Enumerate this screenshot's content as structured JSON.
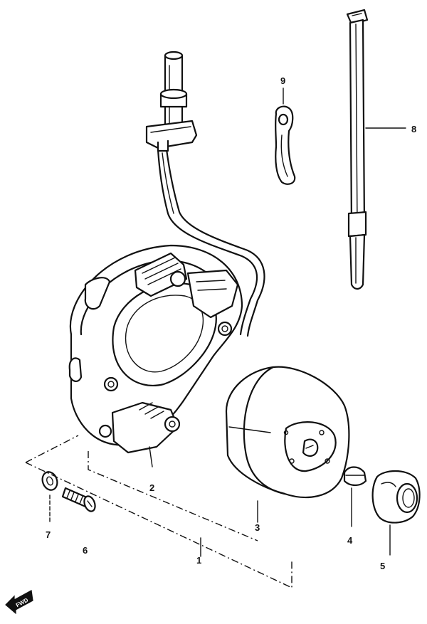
{
  "callouts": {
    "c1": "1",
    "c2": "2",
    "c3": "3",
    "c4": "4",
    "c5": "5",
    "c6": "6",
    "c7": "7",
    "c8": "8",
    "c9": "9"
  },
  "direction_marker": "FWD"
}
